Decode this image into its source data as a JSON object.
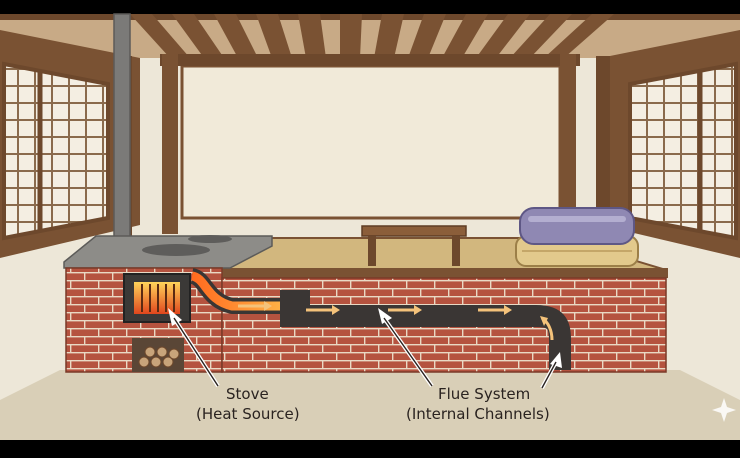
{
  "labels": {
    "stove": {
      "title": "Stove",
      "subtitle": "(Heat Source)"
    },
    "flue": {
      "title": "Flue System",
      "subtitle": "(Internal Channels)"
    }
  },
  "colors": {
    "brick": "#b5533f",
    "mortar": "#e9d9c4",
    "wood": "#7a5233",
    "wall": "#ede7d8",
    "floor": "#d9cfb7",
    "fire": "#ff8a2a",
    "flue_channel": "#3a3634",
    "bedding_purple": "#8f88b3",
    "bedding_tan": "#e2c98c"
  }
}
